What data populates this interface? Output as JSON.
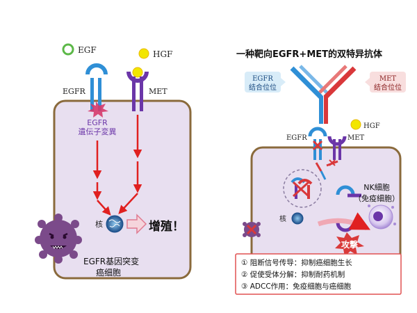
{
  "colors": {
    "cell_fill": "#e8dff0",
    "cell_border": "#8a6a3c",
    "egfr_blue": "#2f8fd6",
    "met_purple": "#6b36a8",
    "arrow_red": "#e02020",
    "egf_green": "#5cb848",
    "hgf_yellow": "#f2e600",
    "antibody_red": "#d9383a",
    "label_egfr_bg": "#d8ecf8",
    "label_met_bg": "#f8dede",
    "attack_red": "#d93a3a",
    "box_border": "#e05050"
  },
  "left_panel": {
    "egf_label": "EGF",
    "hgf_label": "HGF",
    "egfr_label": "EGFR",
    "met_label": "MET",
    "mutation_label_line1": "EGFR",
    "mutation_label_line2": "遺伝子変異",
    "nucleus_label": "核",
    "proliferation_label": "增殖！",
    "cancer_cell_line1": "EGFR基因突变",
    "cancer_cell_line2": "癌细胞"
  },
  "right_panel": {
    "title": "一种靶向EGFR+MET的双特异抗体",
    "egfr_site_line1": "EGFR",
    "egfr_site_line2": "结合位位",
    "met_site_line1": "MET",
    "met_site_line2": "结合位位",
    "hgf_label": "HGF",
    "egfr_label": "EGFR",
    "met_label": "MET",
    "nk_line1": "NK細胞",
    "nk_line2": "（免疫細胞）",
    "nucleus_label": "核",
    "attack_label": "攻撃",
    "mechanisms": [
      "① 阻断信号传导：抑制癌细胞生长",
      "② 促使受体分解：抑制耐药机制",
      "③ ADCC作用：免疫细胞与癌细胞"
    ]
  },
  "icons": {
    "egf": "egf-ligand-icon",
    "hgf": "hgf-ligand-icon",
    "nucleus": "nucleus-icon",
    "cancer_cell": "cancer-cell-icon",
    "nk_cell": "nk-cell-icon",
    "antibody": "bispecific-antibody-icon"
  }
}
